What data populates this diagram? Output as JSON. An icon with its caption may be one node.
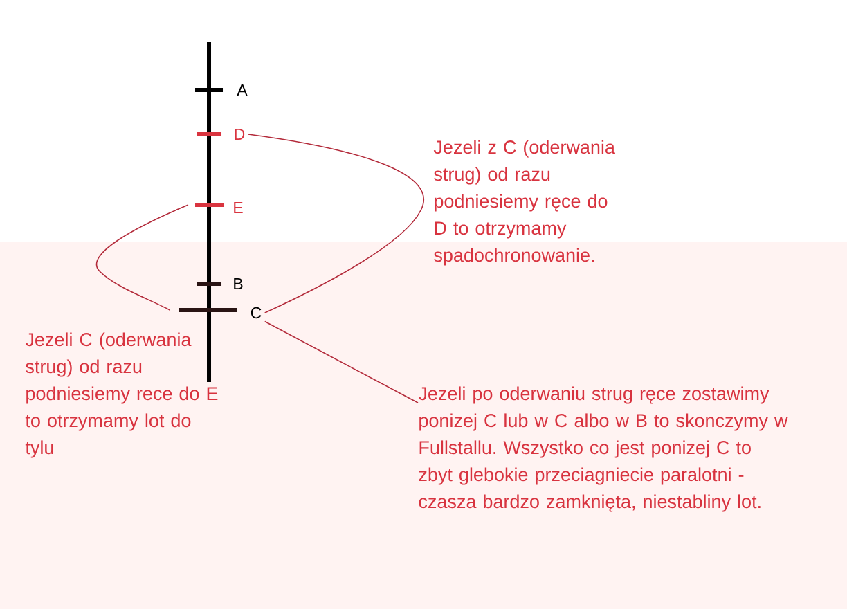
{
  "diagram": {
    "nodes": [
      {
        "text": [
          "A"
        ]
      },
      {
        "text": [
          "D"
        ]
      },
      {
        "text": [
          "E"
        ]
      },
      {
        "text": [
          "B"
        ]
      },
      {
        "text": [
          "C"
        ]
      },
      {
        "text": [
          "Jezeli po oderwaniu strug ręce zostawimy ponizej C lub w C albo w B to skonczymy w Fullstallu. Wszystko co jest ponizej C to zbyt glebokie przeciagniecie paralotni - czasza bardzo zamknięta, niestabliny lot."
        ]
      }
    ],
    "edges": [
      {
        "from": 1,
        "to": 4,
        "arrow": "none"
      },
      {
        "from": 2,
        "to": 4,
        "arrow": "none"
      },
      {
        "from": 4,
        "to": 5,
        "arrow": "none"
      }
    ],
    "labels": [
      "Jezeli z C (oderwania strug) od razu podniesiemy ręce do D to otrzymamy spadochronowanie.",
      "Jezeli C (oderwania strug) od razu podniesiemy rece do E to otrzymamy lot do tylu"
    ]
  }
}
